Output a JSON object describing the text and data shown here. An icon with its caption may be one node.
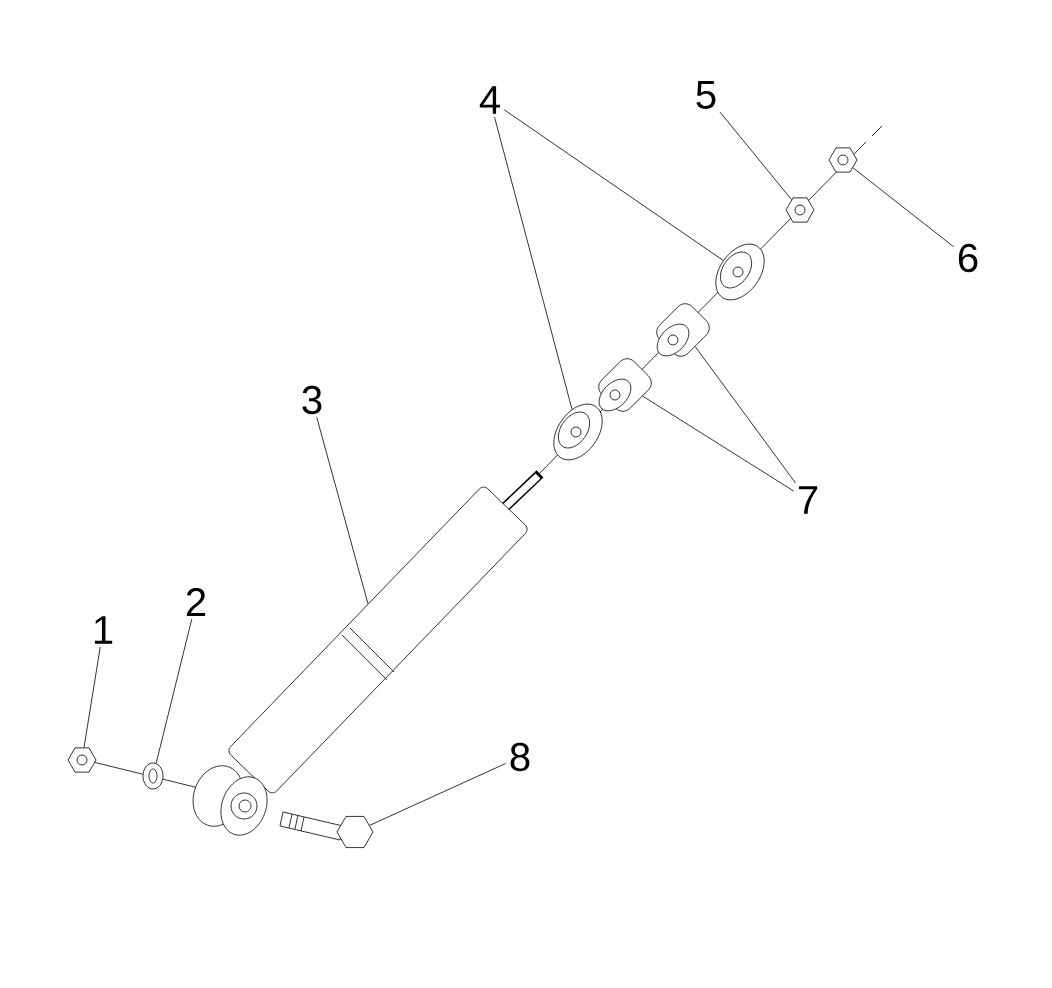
{
  "diagram": {
    "nodes": [
      {
        "text": [
          "4"
        ]
      },
      {
        "text": [
          "5"
        ]
      },
      {
        "text": [
          "6"
        ]
      },
      {
        "text": [
          "3"
        ]
      },
      {
        "text": [
          "7"
        ]
      },
      {
        "text": [
          "1"
        ]
      },
      {
        "text": [
          "2"
        ]
      },
      {
        "text": [
          "8"
        ]
      },
      {
        "text": [],
        "shape": "picture"
      },
      {
        "text": [],
        "shape": "picture"
      },
      {
        "text": [],
        "shape": "picture"
      },
      {
        "text": [],
        "shape": "picture"
      },
      {
        "text": [],
        "shape": "picture"
      },
      {
        "text": [],
        "shape": "picture"
      },
      {
        "text": [],
        "shape": "picture"
      },
      {
        "text": [],
        "shape": "picture"
      },
      {
        "text": [],
        "shape": "picture"
      },
      {
        "text": [],
        "shape": "picture"
      }
    ],
    "edges": [
      {
        "from": 0,
        "to": 8,
        "arrow": "none"
      },
      {
        "from": 0,
        "to": 11,
        "arrow": "none"
      },
      {
        "from": 1,
        "to": 9,
        "arrow": "none"
      },
      {
        "from": 2,
        "to": 10,
        "arrow": "none"
      },
      {
        "from": 3,
        "to": 14,
        "arrow": "none"
      },
      {
        "from": 4,
        "to": 12,
        "arrow": "none"
      },
      {
        "from": 4,
        "to": 13,
        "arrow": "none"
      },
      {
        "from": 5,
        "to": 15,
        "arrow": "none"
      },
      {
        "from": 6,
        "to": 16,
        "arrow": "none"
      },
      {
        "from": 7,
        "to": 17,
        "arrow": "none"
      }
    ]
  }
}
